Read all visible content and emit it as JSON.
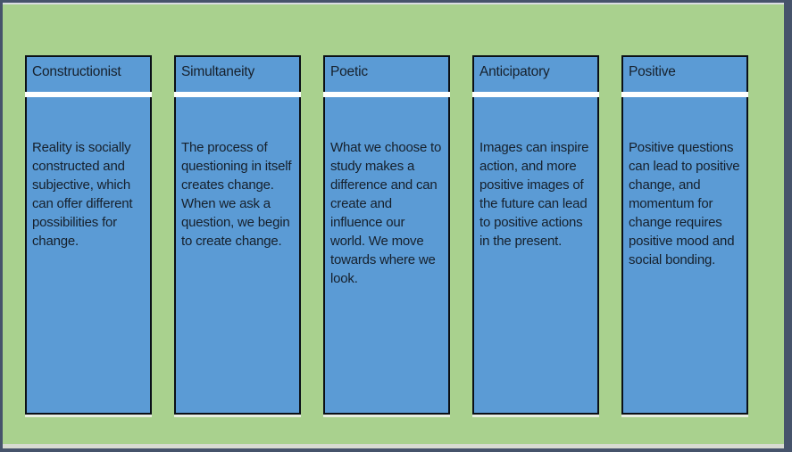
{
  "diagram": {
    "description": "Five principles diagram: blue cards on green background",
    "columns": [
      {
        "title": "Constructionist",
        "body": "Reality is socially constructed and subjective, which can offer different possibilities for change."
      },
      {
        "title": "Simultaneity",
        "body": "The process of questioning in itself creates change. When we ask a question, we begin to create change."
      },
      {
        "title": "Poetic",
        "body": "What we choose to study makes a difference and can create and influence our world. We move towards where we look."
      },
      {
        "title": "Anticipatory",
        "body": "Images can inspire action, and more positive images of the future can lead to positive actions in the present."
      },
      {
        "title": "Positive",
        "body": "Positive questions can lead to positive change, and momentum for change requires positive mood and social bonding."
      }
    ],
    "colors": {
      "canvas_background": "#A9D18E",
      "card_fill": "#5B9BD5",
      "card_border": "#0B1016",
      "divider": "#FFFFFF",
      "frame": "#46536B",
      "edge_highlight_top": "#DADDE2",
      "edge_highlight_bottom": "#D7DAD1",
      "text": "#16202C"
    }
  }
}
